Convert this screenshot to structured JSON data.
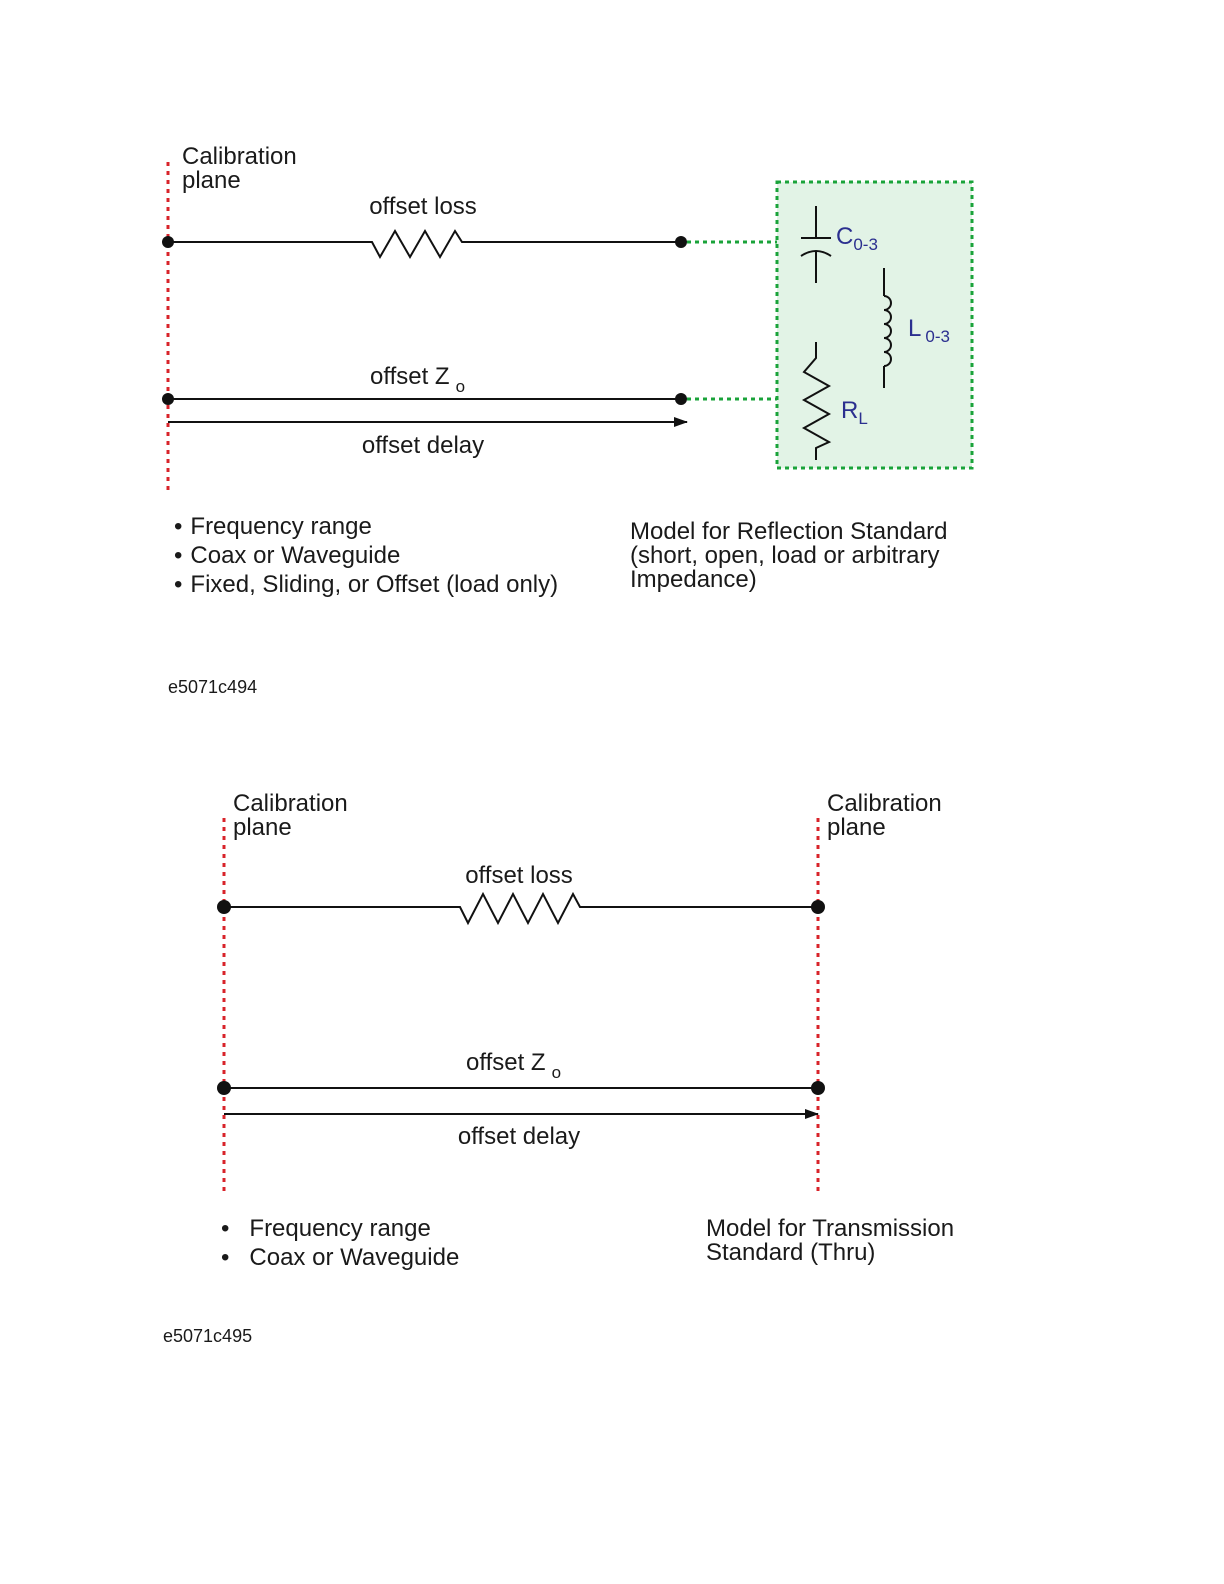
{
  "figure1": {
    "calibration_plane_line1": "Calibration",
    "calibration_plane_line2": "plane",
    "offset_loss": "offset loss",
    "offset_z": "offset Z",
    "offset_z_sub": "o",
    "offset_delay": "offset delay",
    "component_c": "C",
    "component_c_sub": "0-3",
    "component_l": "L",
    "component_l_sub": "0-3",
    "component_r": "R",
    "component_r_sub": "L",
    "bullets": [
      "Frequency range",
      "Coax or Waveguide",
      "Fixed, Sliding, or Offset (load only)"
    ],
    "model_line1": "Model for Reflection Standard",
    "model_line2": "(short, open, load or arbitrary",
    "model_line3": "Impedance)",
    "figure_id": "e5071c494"
  },
  "figure2": {
    "left_plane_line1": "Calibration",
    "left_plane_line2": "plane",
    "right_plane_line1": "Calibration",
    "right_plane_line2": "plane",
    "offset_loss": "offset loss",
    "offset_z": "offset Z",
    "offset_z_sub": "o",
    "offset_delay": "offset delay",
    "bullets": [
      "Frequency range",
      "Coax or Waveguide"
    ],
    "model_line1": "Model for Transmission",
    "model_line2": "Standard (Thru)",
    "figure_id": "e5071c495"
  },
  "colors": {
    "calibration_plane": "#d8232a",
    "model_box_border": "#1aa33a",
    "model_box_fill": "#e2f3e6",
    "component_label": "#2b2f8f"
  },
  "bullet_char": "•"
}
